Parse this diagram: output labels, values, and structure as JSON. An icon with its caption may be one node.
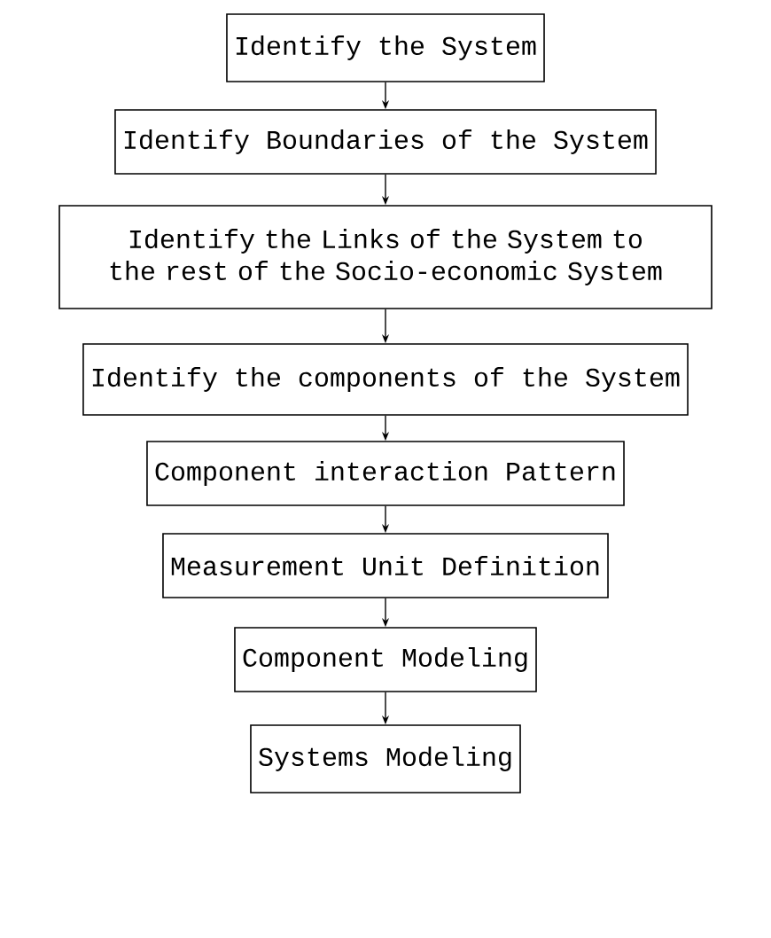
{
  "diagram": {
    "nodes": [
      {
        "text": [
          "Identify the System"
        ]
      },
      {
        "text": [
          "Identify Boundaries of the System"
        ]
      },
      {
        "text": [
          "Identify the Links of the System to the rest of the Socio-economic System"
        ]
      },
      {
        "text": [
          "Identify the components of the System"
        ]
      },
      {
        "text": [
          "Component interaction Pattern"
        ]
      },
      {
        "text": [
          "Measurement Unit Definition"
        ]
      },
      {
        "text": [
          "Component Modeling"
        ]
      },
      {
        "text": [
          "Systems Modeling"
        ]
      }
    ],
    "edges": [
      {
        "from": 0,
        "to": 1,
        "arrow": "to"
      },
      {
        "from": 1,
        "to": 2,
        "arrow": "to"
      },
      {
        "from": 2,
        "to": 3,
        "arrow": "to"
      },
      {
        "from": 3,
        "to": 4,
        "arrow": "to"
      },
      {
        "from": 4,
        "to": 5,
        "arrow": "to"
      },
      {
        "from": 5,
        "to": 6,
        "arrow": "to"
      },
      {
        "from": 6,
        "to": 7,
        "arrow": "to"
      }
    ]
  }
}
